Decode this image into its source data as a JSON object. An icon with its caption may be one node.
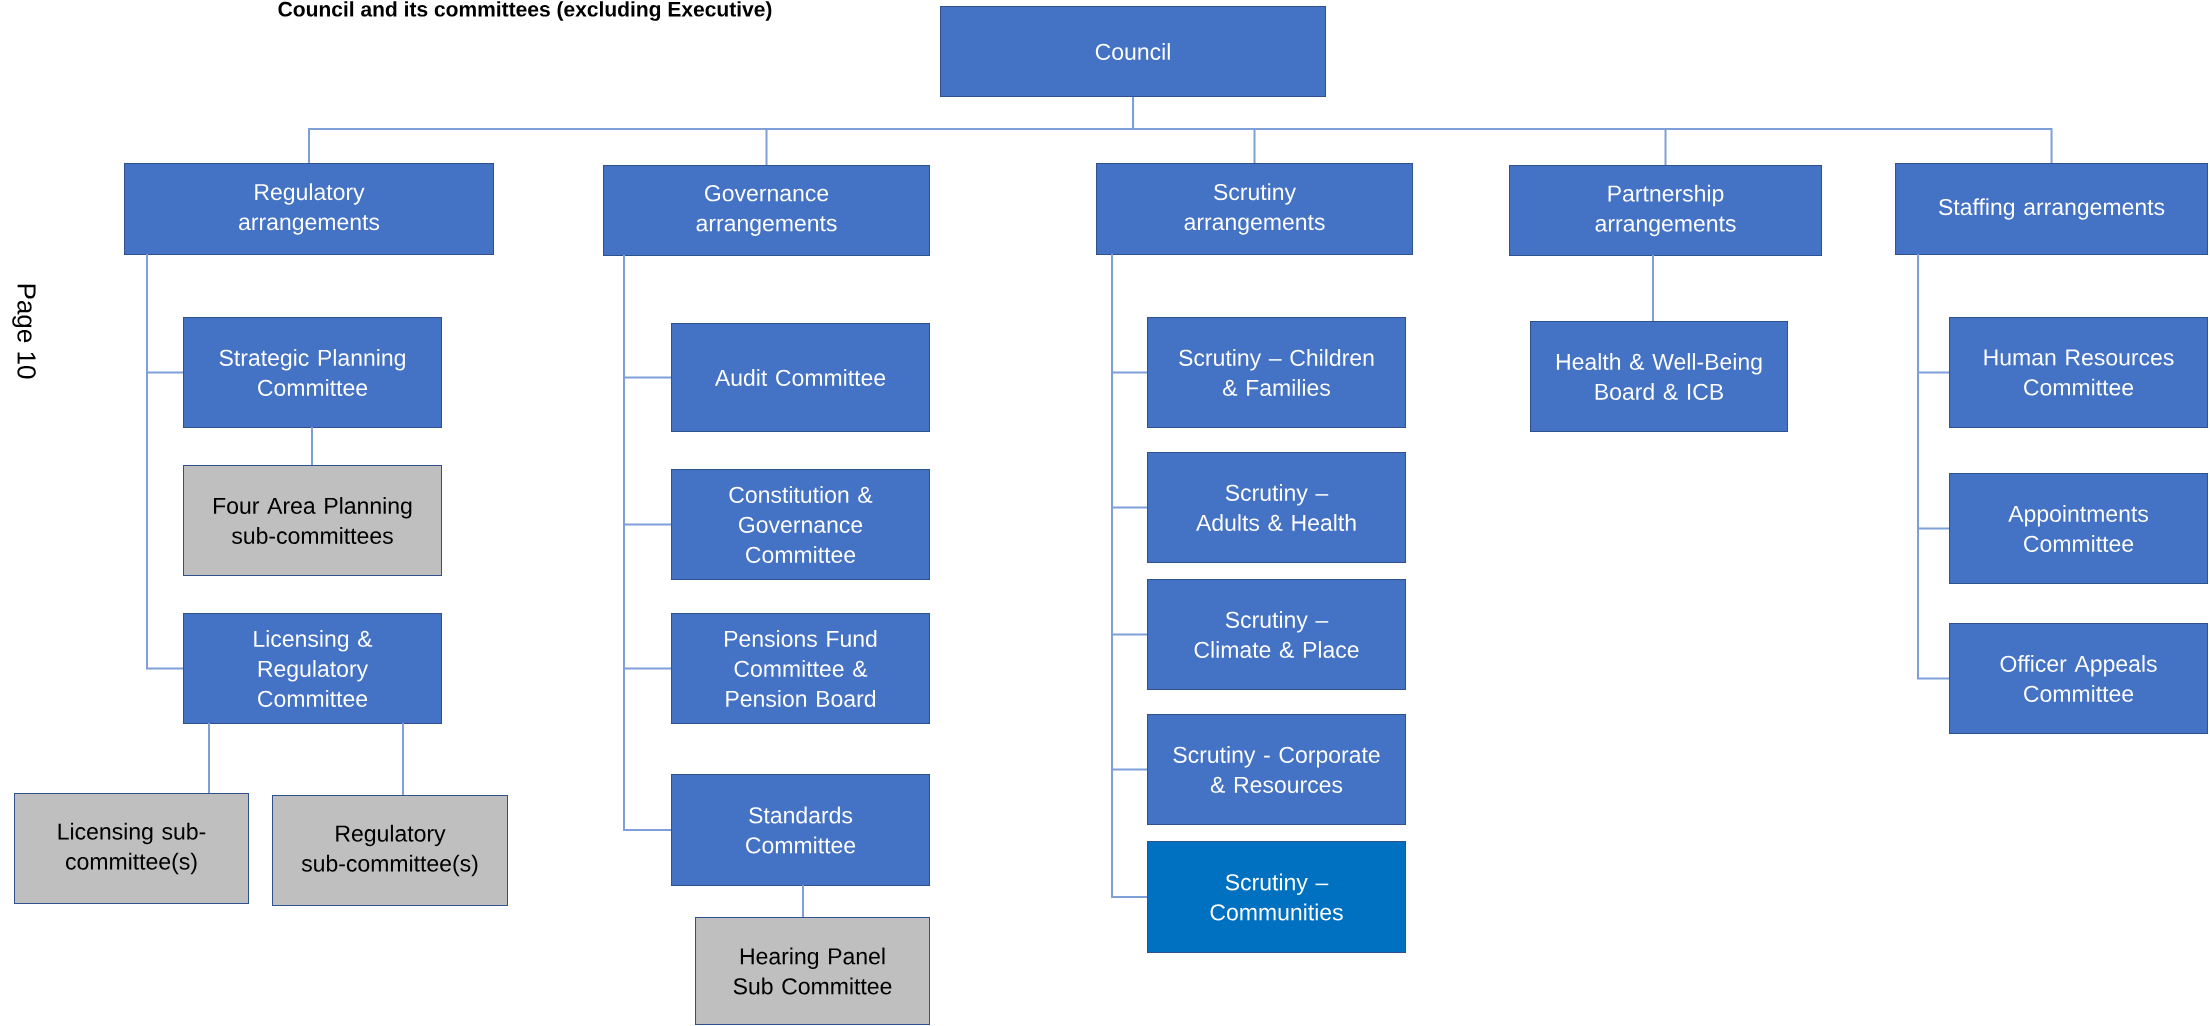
{
  "diagram": {
    "title": "Council and its committees (excluding Executive)",
    "nodes": [
      {
        "text": [
          "Council"
        ]
      },
      {
        "text": [
          "Regulatory arrangements"
        ]
      },
      {
        "text": [
          "Governance arrangements"
        ]
      },
      {
        "text": [
          "Scrutiny arrangements"
        ]
      },
      {
        "text": [
          "Partnership arrangements"
        ]
      },
      {
        "text": [
          "Staffing arrangements"
        ]
      },
      {
        "text": [
          "Strategic Planning Committee"
        ]
      },
      {
        "text": [
          "Four Area Planning sub-committees"
        ]
      },
      {
        "text": [
          "Licensing & Regulatory Committee"
        ]
      },
      {
        "text": [
          "Licensing sub-committee(s)"
        ]
      },
      {
        "text": [
          "Regulatory sub-committee(s)"
        ]
      },
      {
        "text": [
          "Audit Committee"
        ]
      },
      {
        "text": [
          "Constitution & Governance Committee"
        ]
      },
      {
        "text": [
          "Pensions Fund Committee & Pension Board"
        ]
      },
      {
        "text": [
          "Standards Committee"
        ]
      },
      {
        "text": [
          "Hearing Panel Sub Committee"
        ]
      },
      {
        "text": [
          "Scrutiny – Children & Families"
        ]
      },
      {
        "text": [
          "Scrutiny – Adults & Health"
        ]
      },
      {
        "text": [
          "Scrutiny – Climate & Place"
        ]
      },
      {
        "text": [
          "Scrutiny - Corporate & Resources"
        ]
      },
      {
        "text": [
          "Scrutiny – Communities"
        ]
      },
      {
        "text": [
          "Health & Well-Being Board & ICB"
        ]
      },
      {
        "text": [
          "Human Resources Committee"
        ]
      },
      {
        "text": [
          "Appointments Committee"
        ]
      },
      {
        "text": [
          "Officer Appeals Committee"
        ]
      }
    ],
    "edges": [
      {
        "from": 0,
        "to": 1,
        "arrow": "none"
      },
      {
        "from": 0,
        "to": 2,
        "arrow": "none"
      },
      {
        "from": 0,
        "to": 3,
        "arrow": "none"
      },
      {
        "from": 0,
        "to": 4,
        "arrow": "none"
      },
      {
        "from": 0,
        "to": 5,
        "arrow": "none"
      },
      {
        "from": 1,
        "to": 6,
        "arrow": "none"
      },
      {
        "from": 6,
        "to": 7,
        "arrow": "none"
      },
      {
        "from": 1,
        "to": 8,
        "arrow": "none"
      },
      {
        "from": 8,
        "to": 9,
        "arrow": "none"
      },
      {
        "from": 8,
        "to": 10,
        "arrow": "none"
      },
      {
        "from": 2,
        "to": 11,
        "arrow": "none"
      },
      {
        "from": 2,
        "to": 12,
        "arrow": "none"
      },
      {
        "from": 2,
        "to": 13,
        "arrow": "none"
      },
      {
        "from": 2,
        "to": 14,
        "arrow": "none"
      },
      {
        "from": 14,
        "to": 15,
        "arrow": "none"
      },
      {
        "from": 3,
        "to": 16,
        "arrow": "none"
      },
      {
        "from": 3,
        "to": 17,
        "arrow": "none"
      },
      {
        "from": 3,
        "to": 18,
        "arrow": "none"
      },
      {
        "from": 3,
        "to": 19,
        "arrow": "none"
      },
      {
        "from": 3,
        "to": 20,
        "arrow": "none"
      },
      {
        "from": 4,
        "to": 21,
        "arrow": "none"
      },
      {
        "from": 5,
        "to": 22,
        "arrow": "none"
      },
      {
        "from": 5,
        "to": 23,
        "arrow": "none"
      },
      {
        "from": 5,
        "to": 24,
        "arrow": "none"
      }
    ],
    "labels": [
      "Page 10"
    ]
  }
}
